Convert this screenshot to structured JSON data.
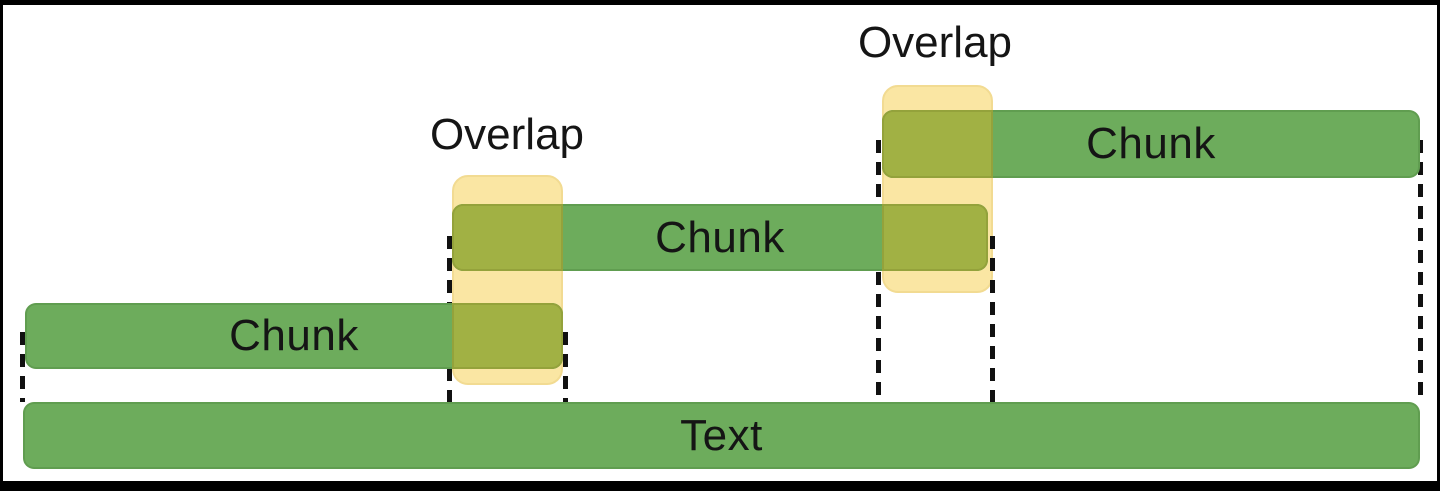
{
  "diagram": {
    "description": "Text chunking with overlap diagram",
    "overlaps": [
      {
        "label": "Overlap"
      },
      {
        "label": "Overlap"
      }
    ],
    "chunks": [
      {
        "label": "Chunk"
      },
      {
        "label": "Chunk"
      },
      {
        "label": "Chunk"
      }
    ],
    "text_bar": {
      "label": "Text"
    },
    "colors": {
      "chunk_green": "#6dac5c",
      "overlap_olive": "#a1b144",
      "highlight_yellow": "#fae6a3",
      "highlight_edge": "#f2db92",
      "line_black": "#111111",
      "frame_black": "#000000",
      "background_white": "#ffffff"
    }
  }
}
